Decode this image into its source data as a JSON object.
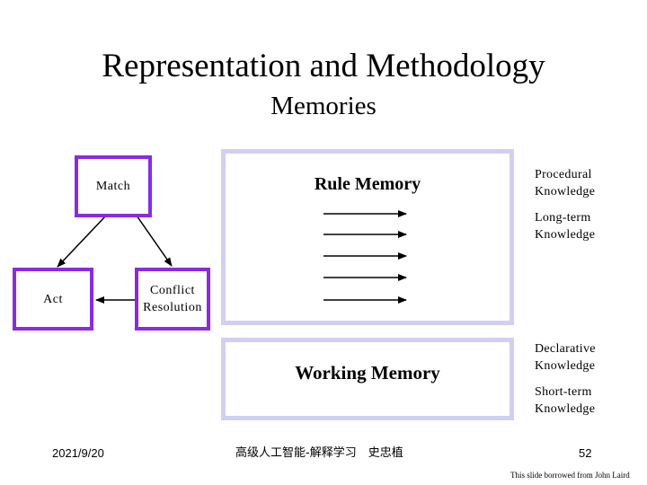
{
  "header": {
    "title": "Representation and Methodology",
    "subtitle": "Memories"
  },
  "diagram": {
    "match_label": "Match",
    "act_label": "Act",
    "conflict_label_line1": "Conflict",
    "conflict_label_line2": "Resolution",
    "rule_memory_label": "Rule Memory",
    "working_memory_label": "Working Memory",
    "colors": {
      "process_box_border": "#8a2be2",
      "memory_box_border": "#d0d0f4"
    }
  },
  "side_labels": {
    "procedural_line1": "Procedural",
    "procedural_line2": "Knowledge",
    "longterm_line1": "Long-term",
    "longterm_line2": "Knowledge",
    "declarative_line1": "Declarative",
    "declarative_line2": "Knowledge",
    "shortterm_line1": "Short-term",
    "shortterm_line2": "Knowledge"
  },
  "footer": {
    "date": "2021/9/20",
    "course": "高级人工智能-解释学习　史忠植",
    "page_number": "52",
    "credit": "This slide borrowed from John Laird"
  }
}
